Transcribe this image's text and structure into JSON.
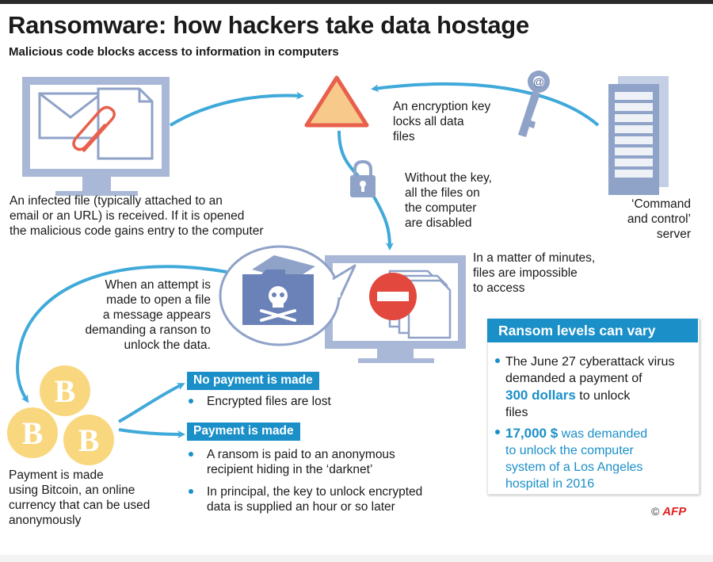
{
  "title": "Ransomware: how hackers take data hostage",
  "subtitle": "Malicious code blocks access to information in computers",
  "steps": {
    "infected_file": [
      "An infected file (typically attached to an",
      "email or an URL) is received. If it is opened",
      "the malicious code gains entry to the computer"
    ],
    "encryption_key": [
      "An encryption key",
      "locks all data",
      "files"
    ],
    "server": [
      "‘Command",
      "and control’",
      "server"
    ],
    "without_key": [
      "Without the key,",
      "all the files on",
      "the computer",
      "are disabled"
    ],
    "minutes": [
      "In a matter of minutes,",
      "files are impossible",
      "to access"
    ],
    "message": [
      "When an attempt is",
      "made to open a file",
      "a message appears",
      "demanding a ranson to",
      "unlock the data."
    ],
    "bitcoin": [
      "Payment is made",
      "using Bitcoin, an online",
      "currency that can be used",
      "anonymously"
    ]
  },
  "outcomes": {
    "no_payment": {
      "label": "No payment is made",
      "items": [
        "Encrypted files are lost"
      ]
    },
    "payment": {
      "label": "Payment is made",
      "items": [
        [
          "A ransom is paid to an anonymous",
          "recipient hiding in the ‘darknet’"
        ],
        [
          "In principal, the key to unlock encrypted",
          "data is supplied an hour or so later"
        ]
      ]
    }
  },
  "ransom_panel": {
    "heading": "Ransom levels can vary",
    "item1": {
      "line1": "The June 27 cyberattack virus",
      "line2": "demanded a payment of",
      "highlight": "300 dollars",
      "line3_rest": " to unlock",
      "line4": "files"
    },
    "item2": {
      "highlight": "17,000 $",
      "line1_rest": " was demanded",
      "line2": "to unlock the computer",
      "line3": "system of a Los Angeles",
      "line4": "hospital in 2016"
    }
  },
  "credit": {
    "symbol": "©",
    "agency": "AFP"
  },
  "colors": {
    "accent": "#1a8fc8",
    "arrow": "#3fa9d9",
    "screen": "#a9b8d6",
    "warning_fill": "#f7c98b",
    "warning_stroke": "#e8604c",
    "stop": "#e2483d",
    "bitcoin": "#f8d77e"
  }
}
